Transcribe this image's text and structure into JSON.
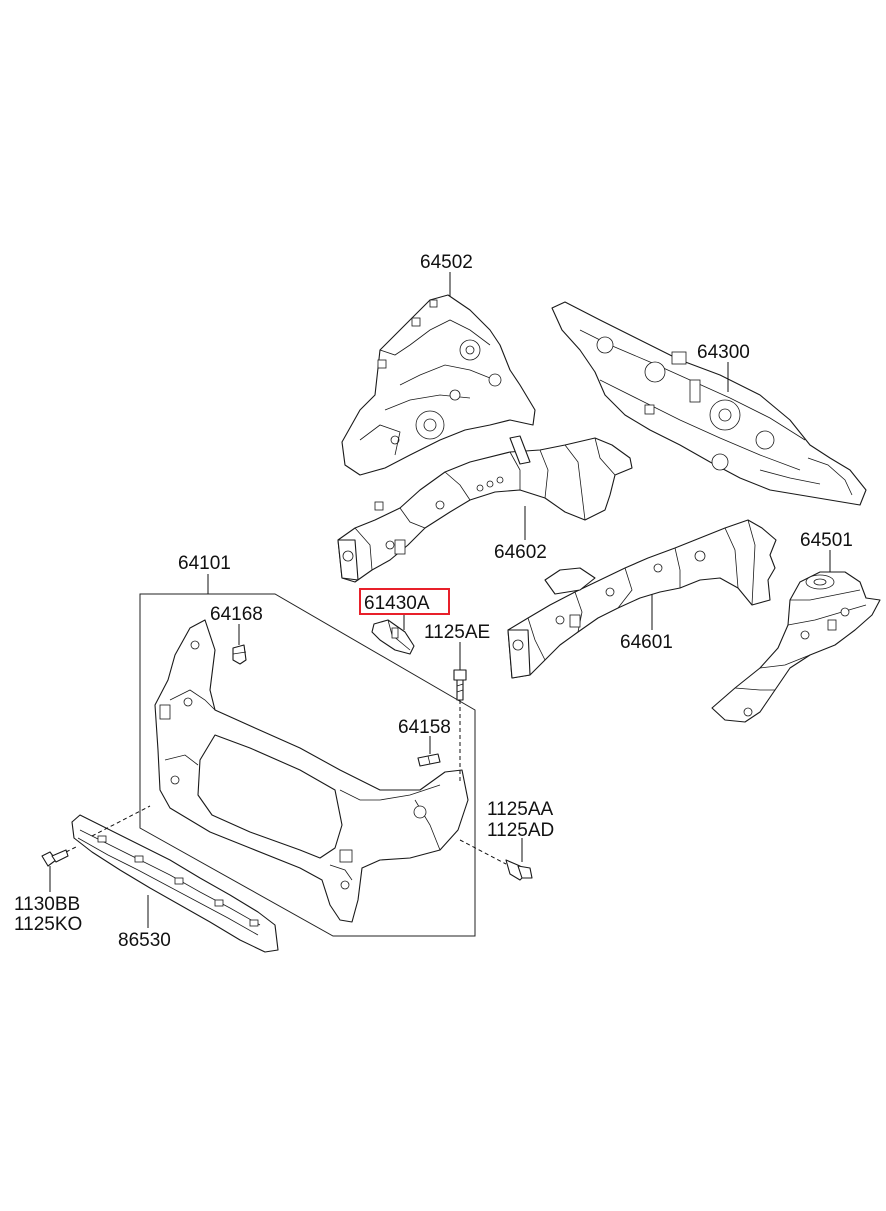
{
  "diagram": {
    "highlight_color": "#e8202a",
    "labels": {
      "p64502": "64502",
      "p64300": "64300",
      "p64602": "64602",
      "p64501": "64501",
      "p64101": "64101",
      "p61430A": "61430A",
      "p64601": "64601",
      "p64168": "64168",
      "p1125AE": "1125AE",
      "p64158": "64158",
      "p1125AA": "1125AA",
      "p1125AD": "1125AD",
      "p1130BB": "1130BB",
      "p1125KO": "1125KO",
      "p86530": "86530"
    }
  }
}
